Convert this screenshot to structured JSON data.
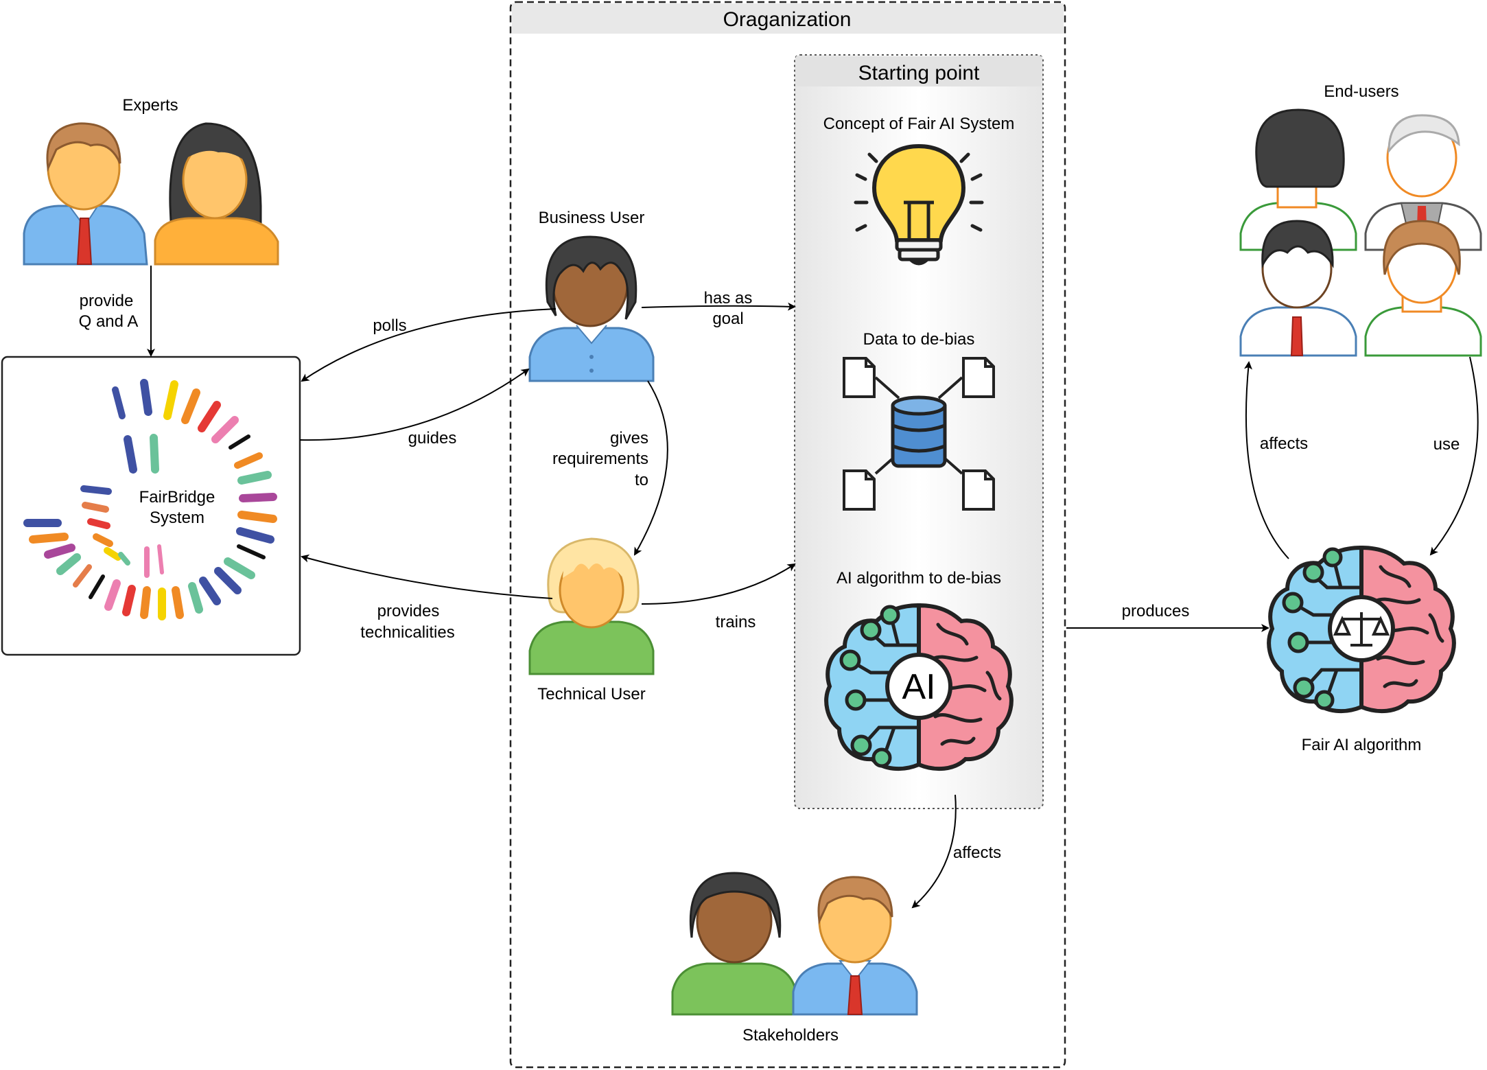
{
  "organization": {
    "title": "Oraganization"
  },
  "starting_point": {
    "title": "Starting point",
    "items": [
      {
        "label": "Concept of Fair AI System",
        "icon": "lightbulb-icon"
      },
      {
        "label": "Data to de-bias",
        "icon": "database-icon"
      },
      {
        "label": "AI algorithm to de-bias",
        "icon": "ai-brain-icon",
        "badge": "AI"
      }
    ]
  },
  "actors": {
    "experts": "Experts",
    "business_user": "Business User",
    "technical_user": "Technical User",
    "stakeholders": "Stakeholders",
    "end_users": "End-users",
    "fair_ai": "Fair AI algorithm"
  },
  "fairbridge": {
    "line1": "FairBridge",
    "line2": "System"
  },
  "edges": {
    "provide_l1": "provide",
    "provide_l2": "Q and A",
    "polls": "polls",
    "guides": "guides",
    "provides_l1": "provides",
    "provides_l2": "technicalities",
    "goal_l1": "has as",
    "goal_l2": "goal",
    "req_l1": "gives",
    "req_l2": "requirements",
    "req_l3": "to",
    "trains": "trains",
    "affects_stakeholders": "affects",
    "produces": "produces",
    "affects_endusers": "affects",
    "use": "use"
  },
  "colors": {
    "skin": "#ffc56b",
    "skin_dark": "#a0673a",
    "hair_brown": "#c68a55",
    "hair_black": "#404040",
    "hair_blonde": "#ffe4a3",
    "shirt_blue": "#7ab8f0",
    "shirt_orange": "#ffb03a",
    "shirt_green": "#7cc35b",
    "tie": "#d9362b",
    "brain_blue": "#8fd4f3",
    "brain_pink": "#f4929f",
    "node_green": "#5fc48e",
    "bulb": "#ffd84d",
    "db_blue": "#4f8ed1"
  }
}
